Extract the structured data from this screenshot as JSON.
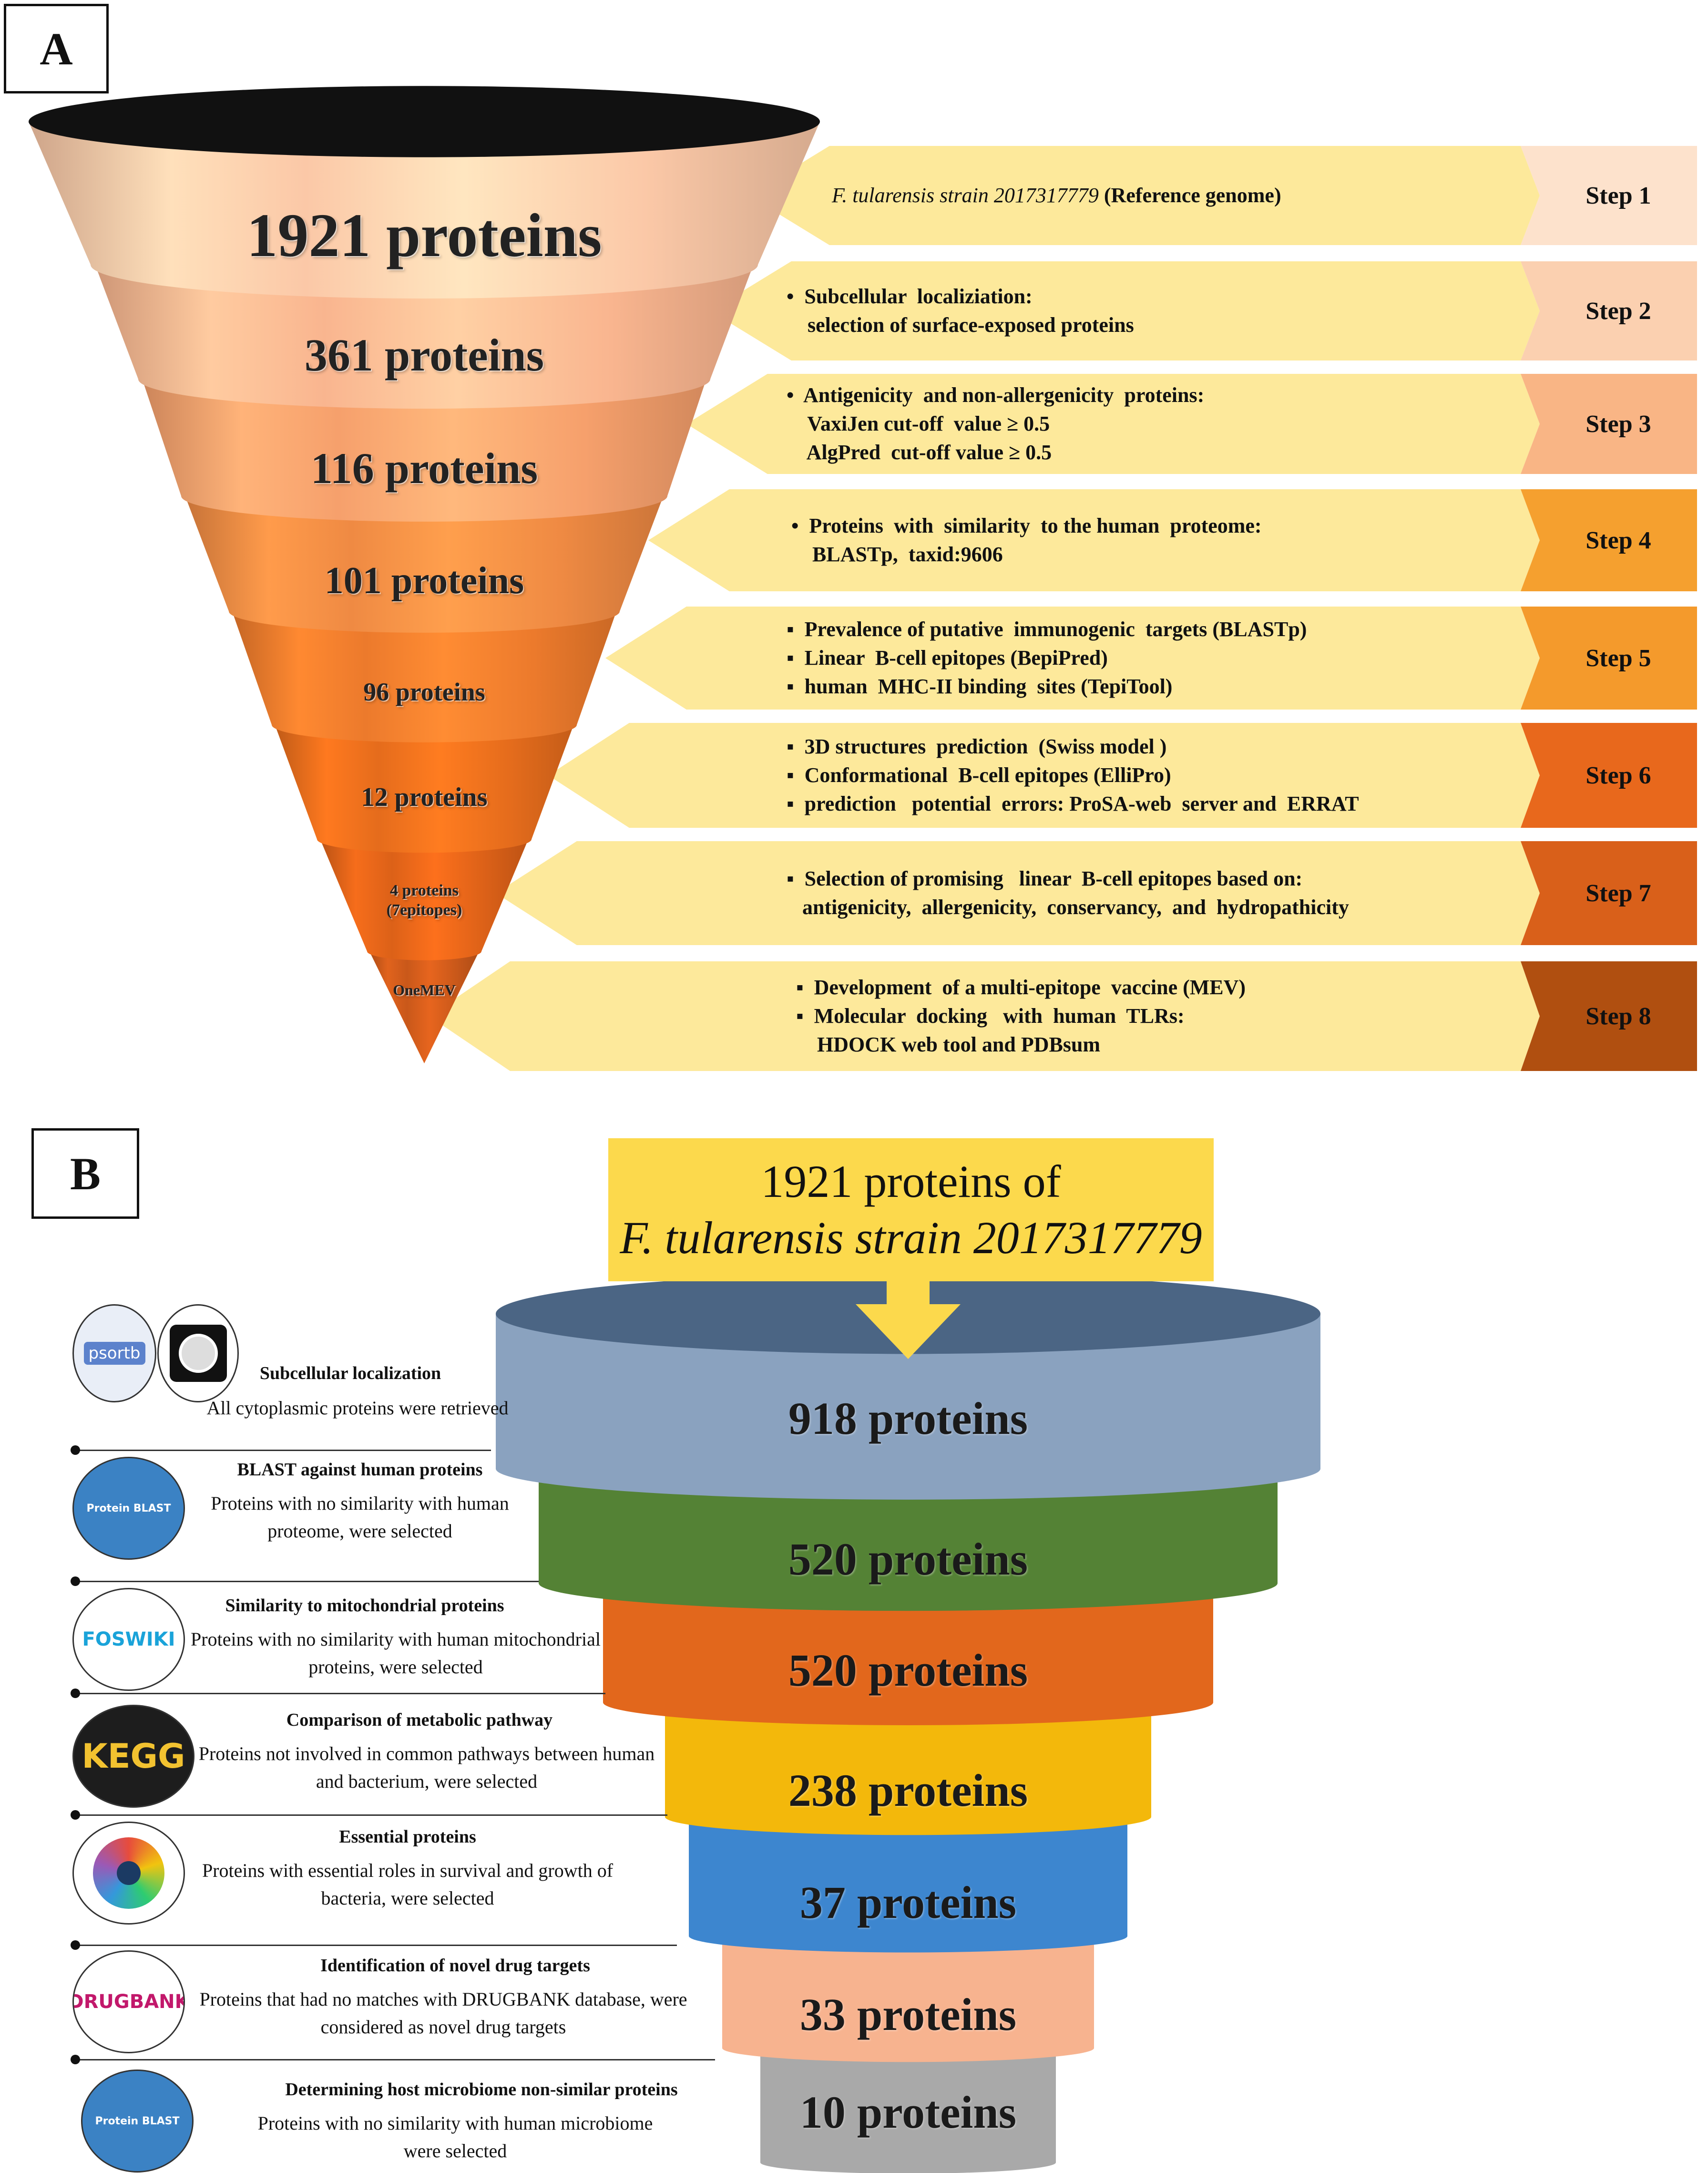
{
  "panel_a": {
    "label": "A",
    "funnel": [
      {
        "text": "1921 proteins",
        "color": "#fbc8a7"
      },
      {
        "text": "361 proteins",
        "color": "#f9b58f"
      },
      {
        "text": "116 proteins",
        "color": "#f6a06c"
      },
      {
        "text": "101 proteins",
        "color": "#ef8a43"
      },
      {
        "text": "96 proteins",
        "color": "#ec7a2c"
      },
      {
        "text": "12 proteins",
        "color": "#e56c1c"
      },
      {
        "text": "4 proteins",
        "text2": "(7epitopes)",
        "color": "#dc6118"
      },
      {
        "text": "OneMEV",
        "color": "#c9581a"
      }
    ],
    "steps": [
      {
        "label": "Step 1",
        "color": "#fde2cc",
        "lines": [
          "F. tularensis strain 2017317779 (Reference genome)"
        ]
      },
      {
        "label": "Step 2",
        "color": "#fbd0b0",
        "lines": [
          "•  Subcellular  localiziation:",
          "    selection of surface-exposed proteins"
        ]
      },
      {
        "label": "Step 3",
        "color": "#f9b585",
        "lines": [
          "•  Antigenicity  and non-allergenicity  proteins:",
          "    VaxiJen cut-off  value ≥ 0.5",
          "    AlgPred  cut-off value ≥ 0.5"
        ]
      },
      {
        "label": "Step 4",
        "color": "#f5a02f",
        "lines": [
          "•  Proteins  with  similarity  to the human  proteome:",
          "    BLASTp,  taxid:9606"
        ]
      },
      {
        "label": "Step 5",
        "color": "#f49a2c",
        "lines": [
          "▪  Prevalence of putative  immunogenic  targets (BLASTp)",
          "▪  Linear  B-cell epitopes (BepiPred)",
          "▪  human  MHC-II binding  sites (TepiTool)"
        ]
      },
      {
        "label": "Step 6",
        "color": "#e8681c",
        "lines": [
          "▪  3D structures  prediction  (Swiss model )",
          "▪  Conformational  B-cell epitopes (ElliPro)",
          "▪  prediction   potential  errors: ProSA-web  server and  ERRAT"
        ]
      },
      {
        "label": "Step 7",
        "color": "#d9601a",
        "lines": [
          "▪  Selection of promising   linear  B-cell epitopes based on:",
          "   antigenicity,  allergenicity,  conservancy,  and  hydropathicity"
        ]
      },
      {
        "label": "Step 8",
        "color": "#b04f10",
        "lines": [
          "▪  Development  of a multi-epitope  vaccine (MEV)",
          "▪  Molecular  docking   with  human  TLRs:",
          "    HDOCK web tool and PDBsum"
        ]
      }
    ]
  },
  "panel_b": {
    "label": "B",
    "header_line1": "1921 proteins of",
    "header_line2": "F. tularensis strain 2017317779",
    "funnel": [
      {
        "text": "918 proteins",
        "color": "#8aa2bf"
      },
      {
        "text": "520 proteins",
        "color": "#548235"
      },
      {
        "text": "520 proteins",
        "color": "#e2671c"
      },
      {
        "text": "238 proteins",
        "color": "#f3b80b"
      },
      {
        "text": "37 proteins",
        "color": "#3d86cf"
      },
      {
        "text": "33 proteins",
        "color": "#f7b38f"
      },
      {
        "text": "10 proteins",
        "color": "#a9a9a9"
      }
    ],
    "steps": [
      {
        "icon": "psort-icon",
        "icon_text": "psortb",
        "title": "Subcellular  localization",
        "desc": [
          "All cytoplasmic proteins were retrieved"
        ]
      },
      {
        "icon": "protein-blast-icon",
        "icon_text": "Protein BLAST",
        "title": "BLAST  against  human  proteins",
        "desc": [
          "Proteins with no similarity  with human",
          "proteome, were selected"
        ]
      },
      {
        "icon": "foswiki-icon",
        "icon_text": "FOSWIKI",
        "title": "Similarity  to  mitochondrial  proteins",
        "desc": [
          "Proteins with no similarity  with human mitochondrial",
          "proteins, were selected"
        ]
      },
      {
        "icon": "kegg-icon",
        "icon_text": "KEGG",
        "title": "Comparison   of metabolic  pathway",
        "desc": [
          "Proteins not involved  in common pathways between human",
          "and bacterium, were selected"
        ]
      },
      {
        "icon": "essential-genes-icon",
        "icon_text": "",
        "title": "Essential  proteins",
        "desc": [
          "Proteins with essential roles in survival  and growth of",
          "bacteria, were selected"
        ]
      },
      {
        "icon": "drugbank-icon",
        "icon_text": "DRUGBANK",
        "title": "Identification   of  novel  drug  targets",
        "desc": [
          "Proteins that had no matches with DRUGBANK database, were",
          "considered as novel drug targets"
        ]
      },
      {
        "icon": "protein-blast-icon",
        "icon_text": "Protein BLAST",
        "title": "Determining  host microbiome   non-similar proteins",
        "desc": [
          "Proteins with no similarity   with human microbiome",
          "were selected"
        ]
      }
    ]
  }
}
